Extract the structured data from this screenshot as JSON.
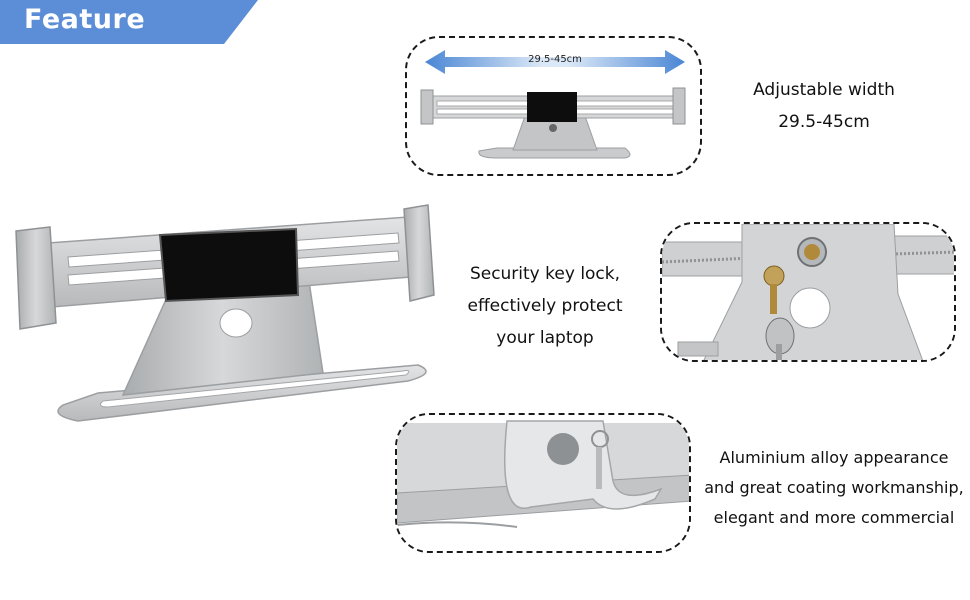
{
  "banner": {
    "title": "Feature",
    "color": "#5b8ed6"
  },
  "panel_width": {
    "measure_label": "29.5-45cm"
  },
  "captions": {
    "width": [
      "Adjustable width",
      "29.5-45cm"
    ],
    "lock": [
      "Security key lock,",
      "effectively protect",
      "your laptop"
    ],
    "alloy": [
      "Aluminium alloy appearance",
      "and great coating workmanship,",
      "elegant and more commercial"
    ]
  },
  "colors": {
    "metal": "#c9cbcd",
    "metal_dark": "#9c9fa2",
    "pad": "#0d0d0d",
    "arrow": "#4a86d4",
    "key": "#b08a3a"
  }
}
